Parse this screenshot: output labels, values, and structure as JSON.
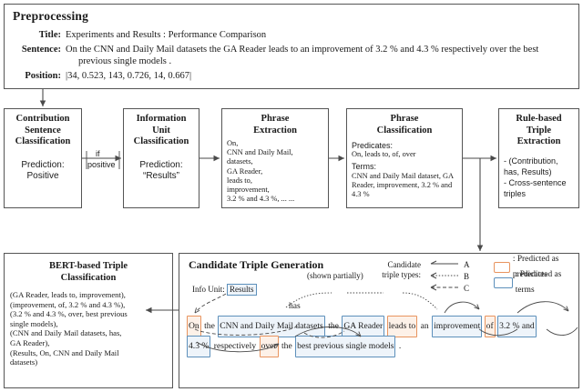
{
  "preprocessing": {
    "heading": "Preprocessing",
    "fields": [
      {
        "key": "Title:",
        "value": "Experiments and Results : Performance Comparison",
        "cont": ""
      },
      {
        "key": "Sentence:",
        "value": "On the CNN and Daily Mail datasets the GA Reader leads to an improvement of 3.2 % and 4.3 % respectively over the best",
        "cont": "previous single models ."
      },
      {
        "key": "Position:",
        "value": "|34, 0.523, 143, 0.726, 14, 0.667|",
        "cont": ""
      }
    ]
  },
  "pipeline": {
    "edge_labels": {
      "if": "if",
      "positive": "positive"
    },
    "stages": [
      {
        "title": "Contribution\nSentence\nClassification",
        "title_lines": [
          "Contribution",
          "Sentence",
          "Classification"
        ],
        "prediction_label": "Prediction:",
        "prediction_value": "Positive"
      },
      {
        "title_lines": [
          "Information",
          "Unit",
          "Classification"
        ],
        "prediction_label": "Prediction:",
        "prediction_value": "“Results”"
      },
      {
        "title_lines": [
          "Phrase",
          "Extraction"
        ],
        "body_lines": [
          "On,",
          "CNN and Daily Mail,",
          "datasets,",
          "GA Reader,",
          "leads to,",
          "improvement,",
          "3.2 % and 4.3 %, ... ..."
        ]
      },
      {
        "title_lines": [
          "Phrase",
          "Classification"
        ],
        "predicates_label": "Predicates:",
        "predicates_value": "On, leads to, of, over",
        "terms_label": "Terms:",
        "terms_value": "CNN and Daily Mail dataset, GA Reader, improvement, 3.2 % and 4.3 %"
      },
      {
        "title_lines": [
          "Rule-based",
          "Triple",
          "Extraction"
        ],
        "body_lines": [
          "- (Contribution,",
          "has, Results)",
          "- Cross-sentence",
          "triples"
        ]
      }
    ]
  },
  "bert": {
    "title_lines": [
      "BERT-based Triple",
      "Classification"
    ],
    "triples": [
      "(GA Reader, leads to, improvement),",
      "(improvement, of, 3.2 % and 4.3 %),",
      "(3.2 % and 4.3 %, over, best previous",
      "single models),",
      "(CNN and Daily Mail datasets, has,",
      "GA Reader),",
      "(Results, On, CNN and Daily Mail",
      "datasets)"
    ]
  },
  "candidate": {
    "title": "Candidate Triple Generation",
    "subtitle": "(shown partially)",
    "info_unit_label": "Info Unit:",
    "info_unit_value": "Results",
    "has_label": "has",
    "types_label_lines": [
      "Candidate",
      "triple types:"
    ],
    "types": [
      {
        "name": "A",
        "style": "solid"
      },
      {
        "name": "B",
        "style": "dotted"
      },
      {
        "name": "C",
        "style": "dashed"
      }
    ],
    "legend": [
      {
        "label": ": Predicted as predicates",
        "color": "#e8945f",
        "kind": "predicate"
      },
      {
        "label": ": Predicted as terms",
        "color": "#5d90bb",
        "kind": "term"
      }
    ],
    "sentence_lines": [
      [
        {
          "text": "On",
          "type": "pred"
        },
        {
          "text": "the",
          "type": "plain"
        },
        {
          "text": "CNN and Daily Mail datasets",
          "type": "term"
        },
        {
          "text": "the",
          "type": "plain"
        },
        {
          "text": "GA Reader",
          "type": "term"
        },
        {
          "text": "leads to",
          "type": "pred"
        },
        {
          "text": "an",
          "type": "plain"
        },
        {
          "text": "improvement",
          "type": "term"
        },
        {
          "text": "of",
          "type": "pred"
        },
        {
          "text": "3.2 % and",
          "type": "term"
        }
      ],
      [
        {
          "text": "4.3 %",
          "type": "term"
        },
        {
          "text": "respectively",
          "type": "plain"
        },
        {
          "text": "over",
          "type": "pred"
        },
        {
          "text": "the",
          "type": "plain"
        },
        {
          "text": "best previous single models",
          "type": "term"
        },
        {
          "text": ".",
          "type": "plain"
        }
      ]
    ]
  },
  "colors": {
    "predicate": "#e8945f",
    "term": "#5d90bb",
    "border": "#555555",
    "wire": "#4a4a4a"
  }
}
